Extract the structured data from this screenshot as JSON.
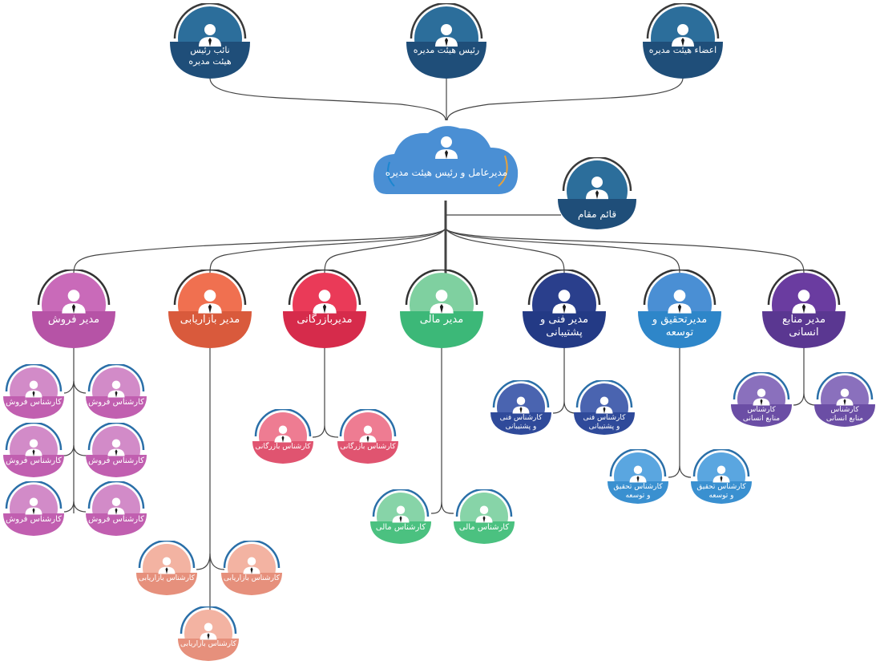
{
  "board": {
    "vice_chair": "نائب رئیس\nهیئت مدیره",
    "chair": "رئیس هیئت مدیره",
    "members": "اعضاء هیئت مدیره"
  },
  "ceo": {
    "label": "مدیرعامل و رئیس هیئت مدیره"
  },
  "deputy": {
    "label": "قائم مقام"
  },
  "managers": [
    {
      "label": "مدیر فروش"
    },
    {
      "label": "مدیر بازاریابی"
    },
    {
      "label": "مدیربازرگانی"
    },
    {
      "label": "مدیر مالی"
    },
    {
      "label": "مدیر فنی و\nپشتیبانی"
    },
    {
      "label": "مدیرتحقیق و\nتوسعه"
    },
    {
      "label": "مدیر منابع\nانسانی"
    }
  ],
  "experts": {
    "sales": "کارشناس فروش",
    "marketing": "کارشناس بازاریابی",
    "commerce": "کارشناس بازرگانی",
    "finance": "کارشناس مالی",
    "tech": "کارشناس فنی\nو پشتیبانی",
    "rnd": "کارشناس تحقیق\nو توسعه",
    "hr": "کارشناس\nمنابع انسانی"
  },
  "colors": {
    "board": "#1f4e79",
    "board_circle": "#2c6e9b",
    "ceo": "#4a8fd4",
    "sales": "#b653a6",
    "marketing": "#d95a3c",
    "commerce": "#d62b4b",
    "finance": "#3cb878",
    "tech": "#233a85",
    "rnd": "#2e86c9",
    "hr": "#5a3791",
    "sales_light": "#c15fb0",
    "marketing_light": "#e6907c",
    "commerce_light": "#e05470",
    "finance_light": "#4bc180",
    "tech_light": "#2f4a9a",
    "rnd_light": "#3a90d0",
    "hr_light": "#6b4ea5"
  },
  "icons": [
    "person-icon"
  ]
}
